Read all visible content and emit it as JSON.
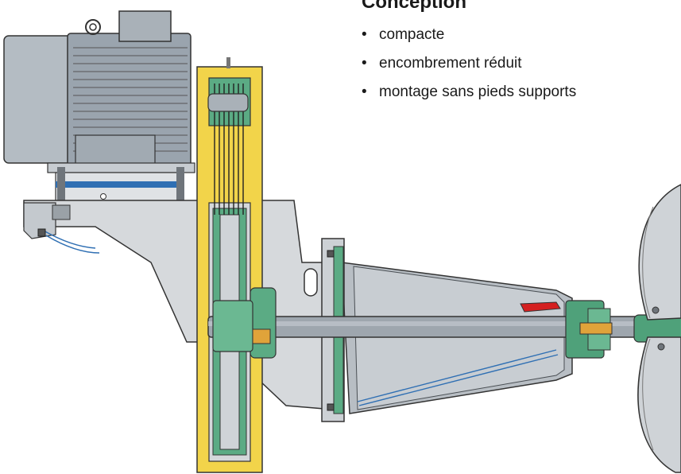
{
  "heading": "Conception",
  "bullets": [
    "compacte",
    "encombrement réduit",
    "montage sans pieds supports"
  ],
  "colors": {
    "guard": "#f2d44a",
    "motor": "#9aa4ae",
    "frame": "#d6d9dc",
    "housing": "#b8bec4",
    "seal": "#4fa17a",
    "belt_stripe": "#2f6fb3",
    "arrow": "#d42020"
  },
  "icons": [
    "propeller-icon",
    "motor-icon",
    "belt-drive-icon"
  ]
}
